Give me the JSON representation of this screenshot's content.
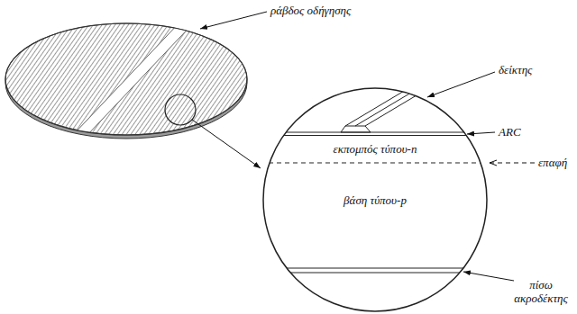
{
  "diagram": {
    "nodes": [
      {
        "text": [
          "εκπομπός τύπου-n"
        ]
      },
      {
        "text": [
          "βάση τύπου-p"
        ]
      }
    ],
    "labels": [
      "ράβδος οδήγησης",
      "δείκτης",
      "ARC",
      "επαφή",
      "πίσω ακροδέκτης"
    ]
  }
}
